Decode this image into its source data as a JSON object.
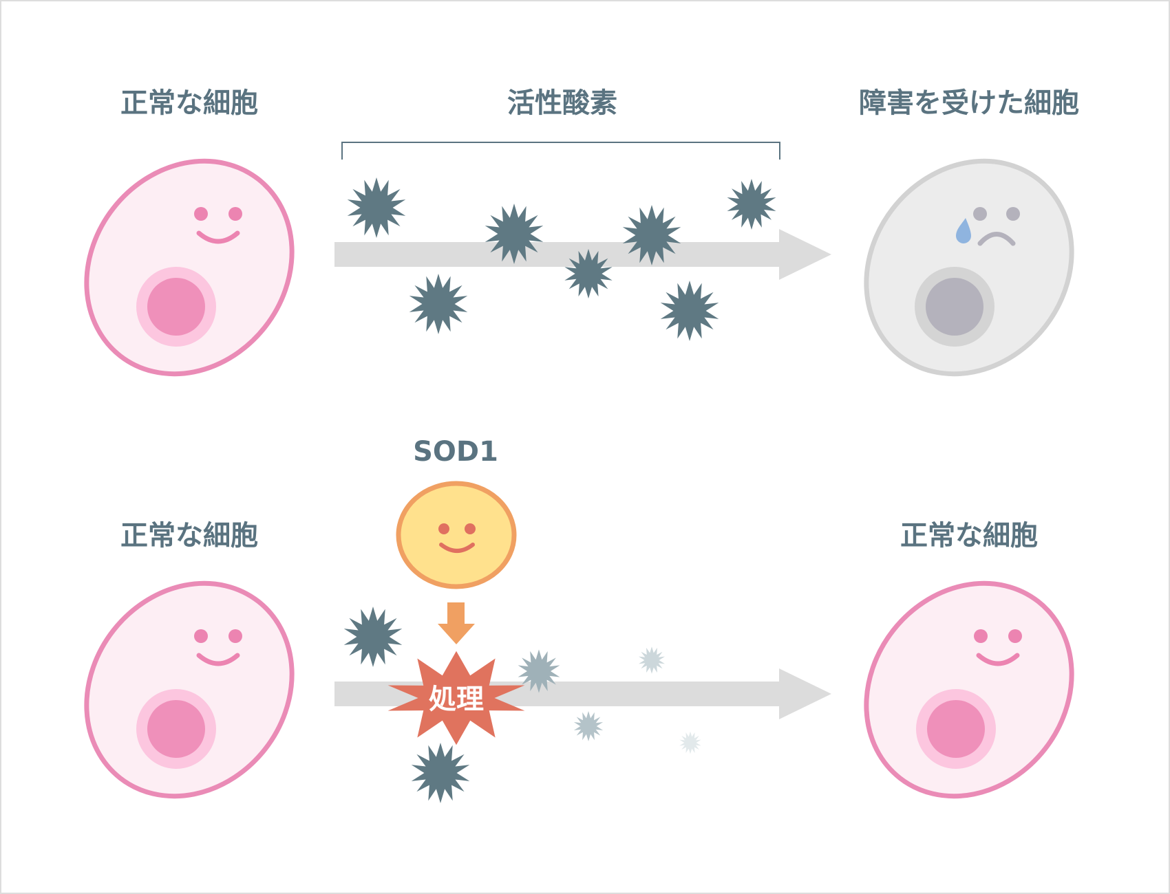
{
  "top": {
    "label_left": "正常な細胞",
    "label_middle": "活性酸素",
    "label_right": "障害を受けた細胞"
  },
  "bottom": {
    "label_left": "正常な細胞",
    "label_enzyme": "SOD1",
    "label_process": "処理",
    "label_right": "正常な細胞"
  },
  "colors": {
    "healthy_cell_fill": "#fdeef4",
    "healthy_cell_outline": "#ea8bb6",
    "healthy_nucleus": "#ef90ba",
    "damaged_cell_fill": "#ececec",
    "damaged_cell_outline": "#d2d2d2",
    "damaged_nucleus": "#b4b2bc",
    "radical": "#5f7983",
    "radical_faded": "#9fb1b8",
    "arrow": "#dcdcdc",
    "enzyme_fill": "#ffe18d",
    "enzyme_outline": "#f0a062",
    "process_burst": "#e0735e",
    "text": "#5a7380"
  },
  "icons": [
    "healthy-cell-icon",
    "damaged-cell-icon",
    "radical-icon",
    "sod1-enzyme-icon",
    "process-burst-icon",
    "tear-icon"
  ]
}
